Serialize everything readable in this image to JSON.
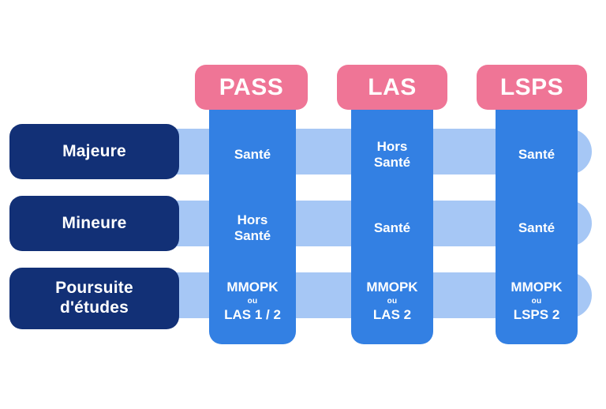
{
  "palette": {
    "background": "#ffffff",
    "navy": "#123076",
    "blue": "#3380e3",
    "light_blue": "#a6c7f5",
    "pink": "#ef7596",
    "text_on_color": "#ffffff"
  },
  "rows": [
    {
      "label": "Majeure",
      "label_line2": ""
    },
    {
      "label": "Mineure",
      "label_line2": ""
    },
    {
      "label": "Poursuite",
      "label_line2": "d'études"
    }
  ],
  "columns": [
    {
      "header": "PASS",
      "cells": [
        {
          "line1": "Santé",
          "line2": "",
          "connector": ""
        },
        {
          "line1": "Hors",
          "line2": "Santé",
          "connector": ""
        },
        {
          "line1": "MMOPK",
          "line2": "LAS 1 / 2",
          "connector": "ou"
        }
      ]
    },
    {
      "header": "LAS",
      "cells": [
        {
          "line1": "Hors",
          "line2": "Santé",
          "connector": ""
        },
        {
          "line1": "Santé",
          "line2": "",
          "connector": ""
        },
        {
          "line1": "MMOPK",
          "line2": "LAS 2",
          "connector": "ou"
        }
      ]
    },
    {
      "header": "LSPS",
      "cells": [
        {
          "line1": "Santé",
          "line2": "",
          "connector": ""
        },
        {
          "line1": "Santé",
          "line2": "",
          "connector": ""
        },
        {
          "line1": "MMOPK",
          "line2": "LSPS 2",
          "connector": "ou"
        }
      ]
    }
  ]
}
